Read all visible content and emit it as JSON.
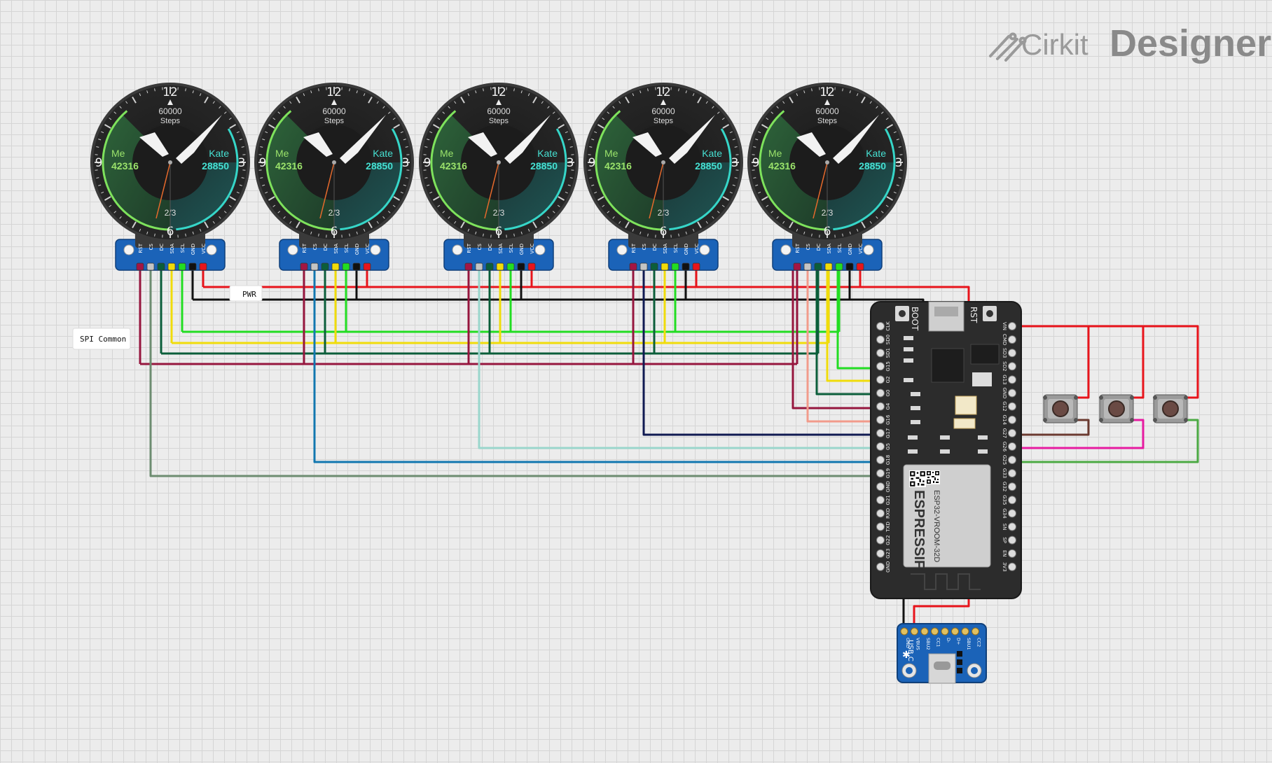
{
  "brand": {
    "name": "Cirkit",
    "suffix": "Designer"
  },
  "labels": {
    "power": "PWR",
    "spi": "SPI Common"
  },
  "display": {
    "count": 5,
    "numerals": [
      "12",
      "3",
      "6",
      "9"
    ],
    "steps_value": "60000",
    "steps_label": "Steps",
    "me_name": "Me",
    "me_value": "42316",
    "kate_name": "Kate",
    "kate_value": "28850",
    "fraction": "2/3",
    "pins": [
      "RST",
      "CS",
      "DC",
      "SDA",
      "SCL",
      "GND",
      "VCC"
    ]
  },
  "esp32": {
    "module": "ESP32-VROOM-32D",
    "brand": "ESPRESSIF",
    "boot_label": "BOOT",
    "rst_label": "RST",
    "left_pins": [
      "CLK",
      "SD0",
      "SD1",
      "G15",
      "G2",
      "G0",
      "G4",
      "G16",
      "G17",
      "G5",
      "G18",
      "G19",
      "GND",
      "G21",
      "RXD",
      "TXD",
      "G22",
      "G23",
      "GND"
    ],
    "right_pins": [
      "VIN",
      "CMD",
      "SD3",
      "SD2",
      "G13",
      "GND",
      "G12",
      "G14",
      "G27",
      "G26",
      "G25",
      "G33",
      "G32",
      "G35",
      "G34",
      "SN",
      "SP",
      "EN",
      "3V3"
    ]
  },
  "usbc": {
    "label": "USB C",
    "pins": [
      "GND",
      "VBUS",
      "SBU2",
      "CC1",
      "D-",
      "D+",
      "SBU1",
      "CC2"
    ]
  },
  "buttons": {
    "count": 3
  },
  "colors": {
    "red": "#e8141b",
    "black": "#111111",
    "green": "#22dd22",
    "yellow": "#f0dc0a",
    "dark_green": "#0b5e3a",
    "maroon": "#96163e",
    "salmon": "#f29b8b",
    "navy": "#101a52",
    "light_teal": "#9ad6cc",
    "blue": "#1277b0",
    "sage": "#6d8c70",
    "brown": "#6b3a30",
    "magenta": "#e61aa0",
    "mid_green": "#4caa44",
    "pcb_blue": "#1b63b8"
  }
}
